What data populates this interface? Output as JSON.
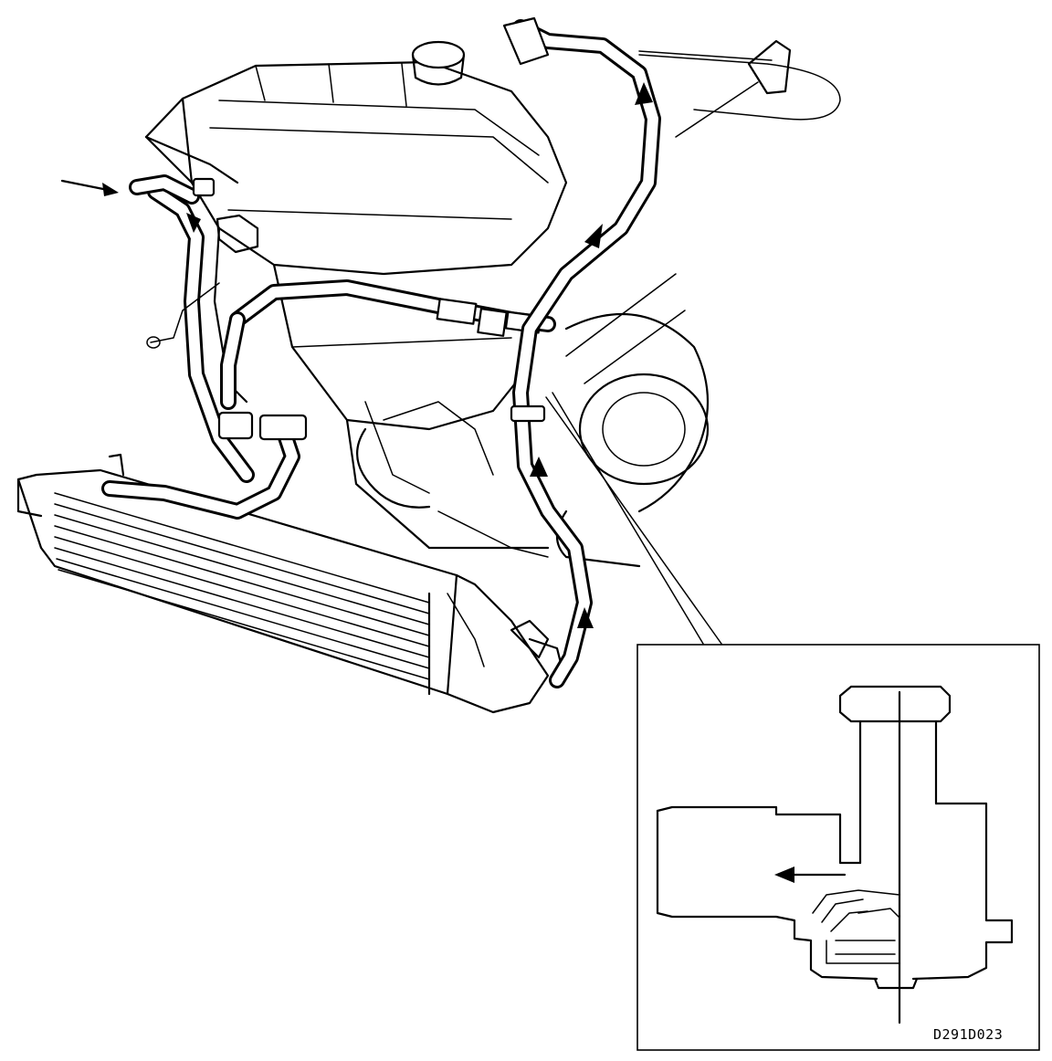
{
  "figure": {
    "code": "D291D023"
  },
  "colors": {
    "line": "#000000",
    "background": "#ffffff"
  },
  "flow_arrows": [
    "inlet-arrow",
    "upper-hose-arrow-left",
    "upper-hose-arrow-right",
    "mid-hose-arrow",
    "lower-right-arrow",
    "radiator-hose-arrow",
    "inset-flow-arrow"
  ]
}
